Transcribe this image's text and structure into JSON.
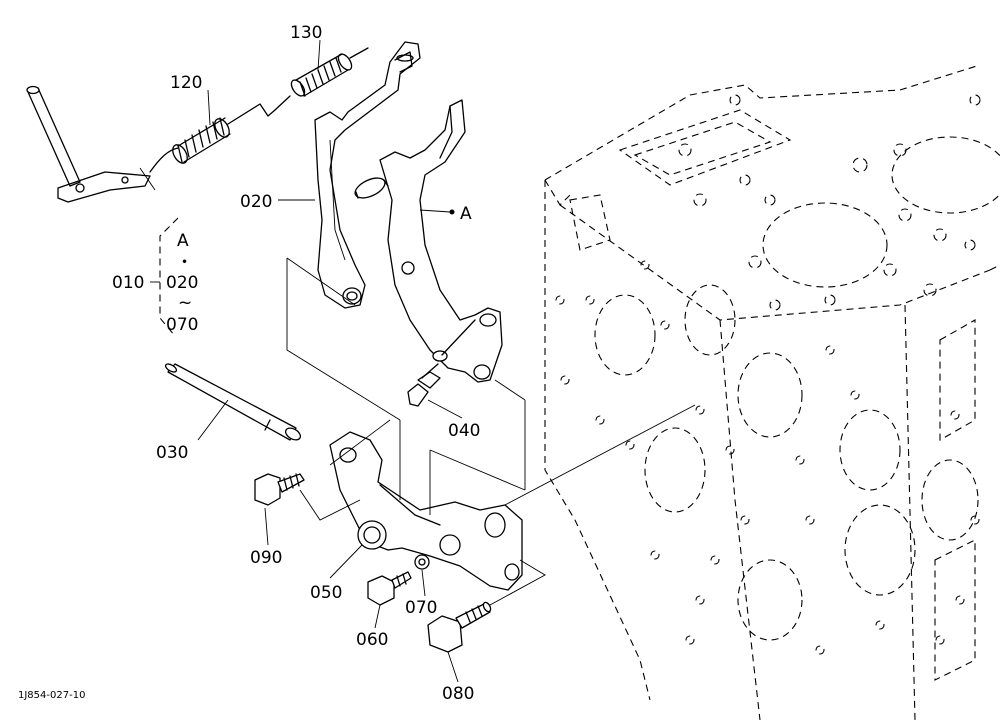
{
  "diagram": {
    "ref_code": "1J854-027-10",
    "group": {
      "number": "010",
      "range_start": "A",
      "separator": "・",
      "range_mid": "020",
      "range_tilde": "~",
      "range_end": "070"
    },
    "callouts": {
      "p020": "020",
      "p030": "030",
      "p040": "040",
      "p050": "050",
      "p060": "060",
      "p070": "070",
      "p080": "080",
      "p090": "090",
      "p120": "120",
      "p130": "130",
      "pA": "A"
    }
  }
}
